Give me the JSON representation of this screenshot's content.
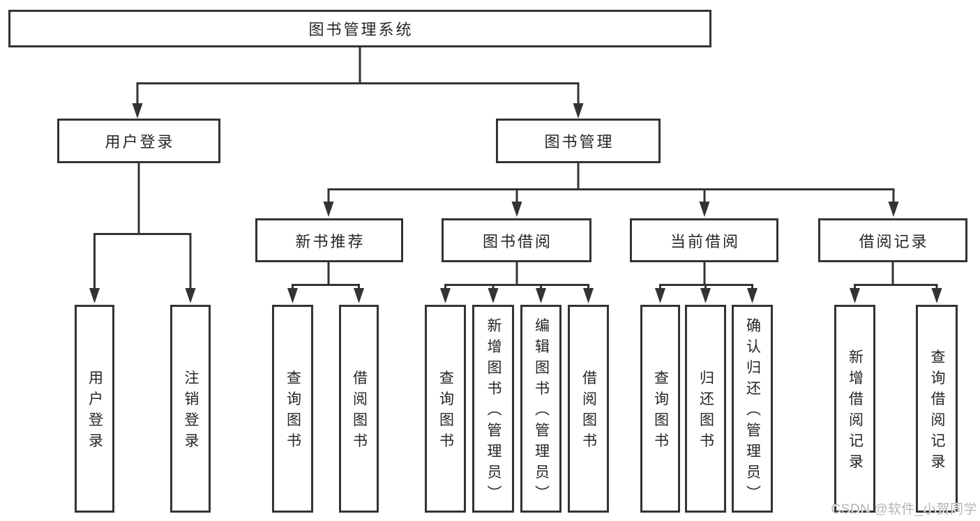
{
  "tree": {
    "root": "图书管理系统",
    "branches": [
      {
        "label": "用户登录",
        "children": [
          "用户登录",
          "注销登录"
        ]
      },
      {
        "label": "图书管理",
        "children": [
          {
            "label": "新书推荐",
            "children": [
              "查询图书",
              "借阅图书"
            ]
          },
          {
            "label": "图书借阅",
            "children": [
              "查询图书",
              "新增图书（管理员）",
              "编辑图书（管理员）",
              "借阅图书"
            ]
          },
          {
            "label": "当前借阅",
            "children": [
              "查询图书",
              "归还图书",
              "确认归还（管理员）"
            ]
          },
          {
            "label": "借阅记录",
            "children": [
              "新增借阅记录",
              "查询借阅记录"
            ]
          }
        ]
      }
    ]
  },
  "watermark": {
    "text": "CSDN @软件_小贺同学"
  },
  "colors": {
    "line": "#333333",
    "text": "#262626",
    "background": "#ffffff",
    "watermark": "#b4b4ba"
  }
}
